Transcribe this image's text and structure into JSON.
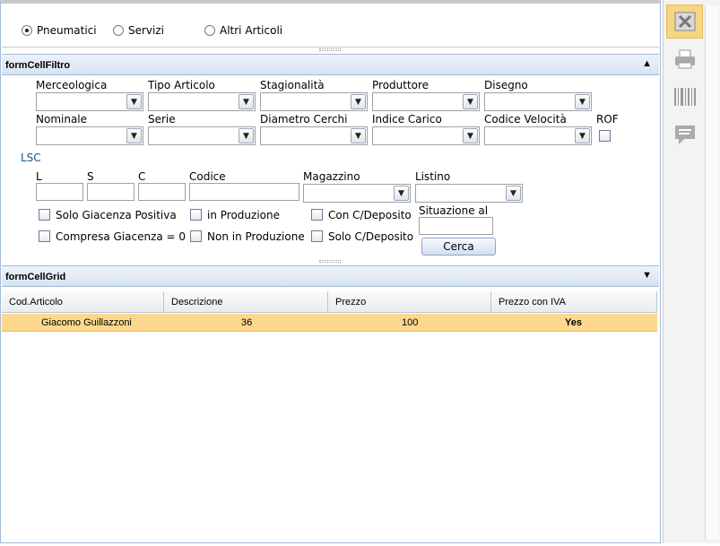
{
  "radios": {
    "pneumatici": "Pneumatici",
    "servizi": "Servizi",
    "altri": "Altri Articoli"
  },
  "filtro": {
    "title": "formCellFiltro",
    "merceologica": "Merceologica",
    "tipo_articolo": "Tipo Articolo",
    "stagionalita": "Stagionalità",
    "produttore": "Produttore",
    "disegno": "Disegno",
    "nominale": "Nominale",
    "serie": "Serie",
    "diametro": "Diametro Cerchi",
    "indice": "Indice Carico",
    "codice_velocita": "Codice Velocità",
    "rof": "ROF",
    "lsc": "LSC",
    "l": "L",
    "s": "S",
    "c": "C",
    "codice": "Codice",
    "magazzino": "Magazzino",
    "listino": "Listino",
    "solo_giacenza": "Solo Giacenza Positiva",
    "in_produzione": "in Produzione",
    "con_deposito": "Con C/Deposito",
    "situazione": "Situazione al",
    "compresa_giacenza": "Compresa Giacenza = 0",
    "non_produzione": "Non in Produzione",
    "solo_deposito": "Solo C/Deposito",
    "cerca": "Cerca"
  },
  "grid": {
    "title": "formCellGrid",
    "columns": [
      "Cod.Articolo",
      "Descrizione",
      "Prezzo",
      "Prezzo con IVA"
    ],
    "rows": [
      [
        "Giacomo Guillazzoni",
        "36",
        "100",
        "Yes"
      ]
    ]
  },
  "icons": [
    "close-doc-icon",
    "printer-icon",
    "barcode-icon",
    "comment-icon"
  ],
  "colors": {
    "selected_row": "#fcd88d",
    "header": "#d7e2f1",
    "accent": "#1f4e8c"
  }
}
